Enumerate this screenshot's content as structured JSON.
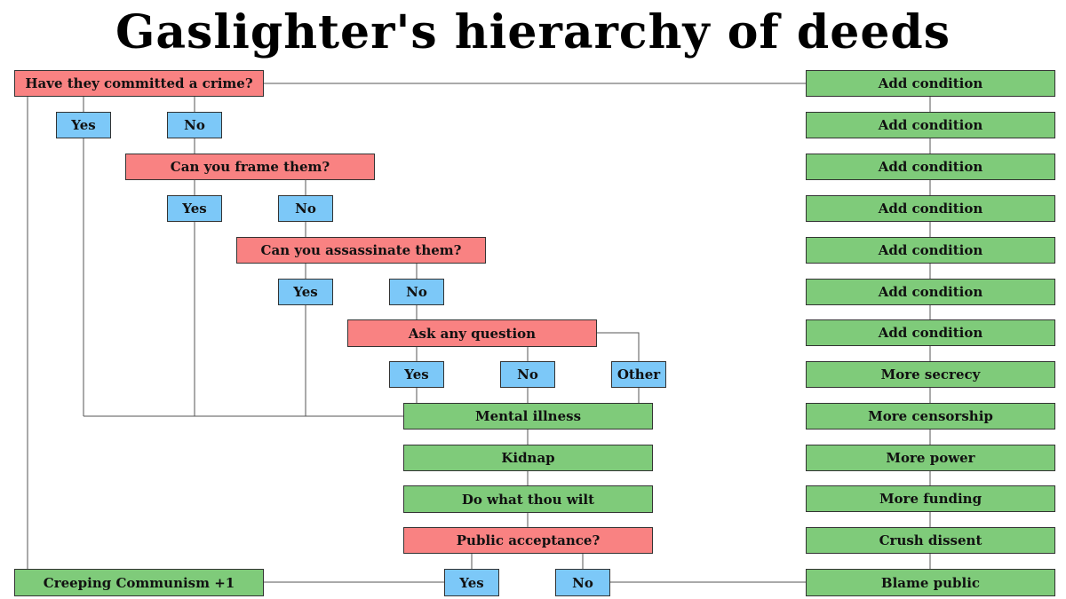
{
  "title": "Gaslighter's hierarchy of deeds",
  "colors": {
    "question": "#f98282",
    "answer": "#7cc8f8",
    "action": "#7fcb7a",
    "line": "#555555"
  },
  "flow": {
    "q_crime": "Have they committed a crime?",
    "crime_yes": "Yes",
    "crime_no": "No",
    "q_frame": "Can you frame them?",
    "frame_yes": "Yes",
    "frame_no": "No",
    "q_assassinate": "Can you assassinate them?",
    "assassinate_yes": "Yes",
    "assassinate_no": "No",
    "q_ask": "Ask any question",
    "ask_yes": "Yes",
    "ask_no": "No",
    "ask_other": "Other",
    "mental_illness": "Mental illness",
    "kidnap": "Kidnap",
    "do_what_thou_wilt": "Do what thou wilt",
    "q_public": "Public acceptance?",
    "public_yes": "Yes",
    "public_no": "No",
    "creeping_communism": "Creeping Communism +1"
  },
  "right_column": [
    "Add condition",
    "Add condition",
    "Add condition",
    "Add condition",
    "Add condition",
    "Add condition",
    "Add condition",
    "More secrecy",
    "More censorship",
    "More power",
    "More funding",
    "Crush dissent",
    "Blame public"
  ]
}
